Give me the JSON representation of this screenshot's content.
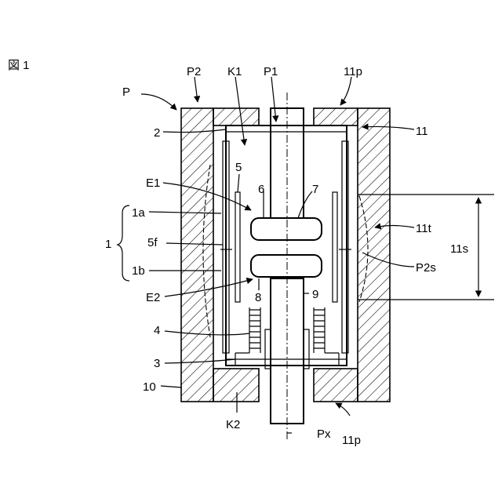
{
  "figure_title": "図 1",
  "labels": {
    "P": "P",
    "P2": "P2",
    "K1": "K1",
    "P1": "P1",
    "p11_top": "11p",
    "n2": "2",
    "n11": "11",
    "n5": "5",
    "E1": "E1",
    "n6": "6",
    "n7": "7",
    "n1a": "1a",
    "n1": "1",
    "n5f": "5f",
    "n1b": "1b",
    "E2": "E2",
    "n8": "8",
    "n9": "9",
    "n4": "4",
    "n3": "3",
    "n10": "10",
    "K2": "K2",
    "Px": "Px",
    "p11_bottom": "11p",
    "n11t": "11t",
    "n11s": "11s",
    "P2s": "P2s"
  }
}
